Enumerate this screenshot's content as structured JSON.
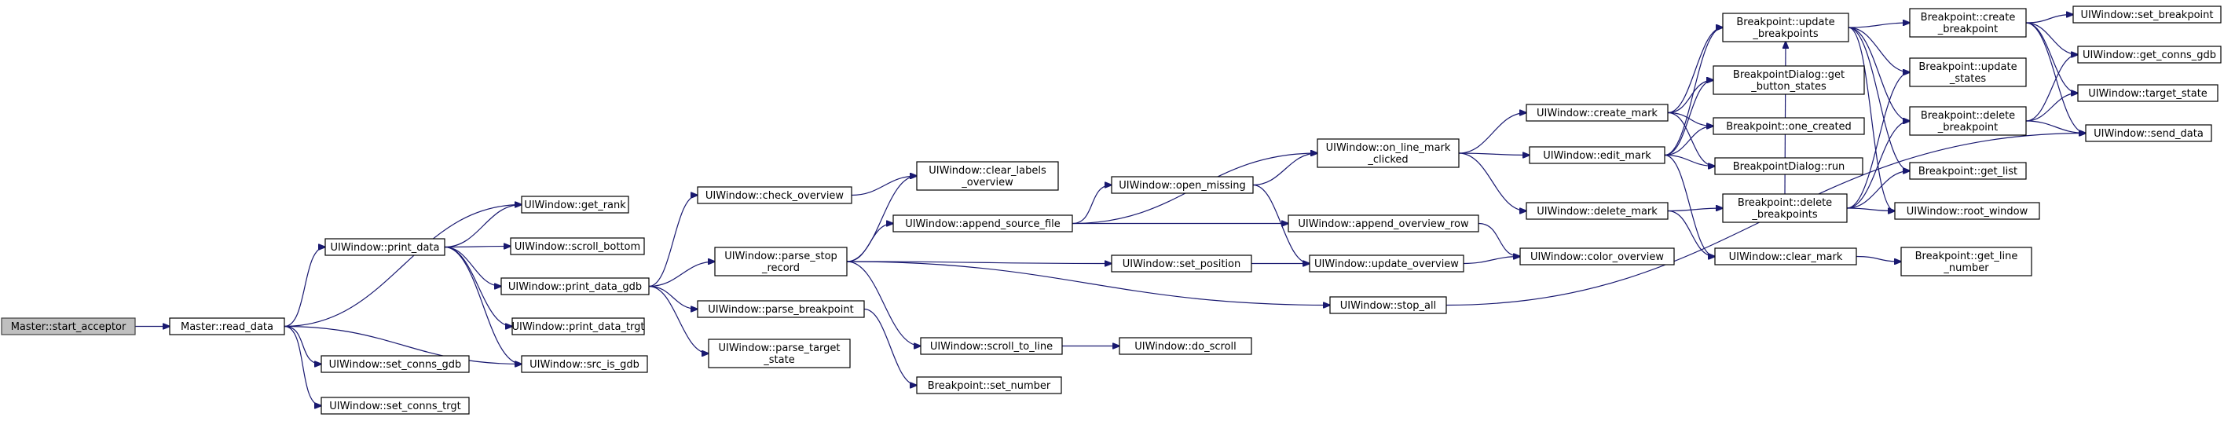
{
  "diagram": {
    "type": "call-graph",
    "colors": {
      "edge": "#191970",
      "root_fill": "#bfbfbf",
      "node_fill": "#ffffff",
      "node_stroke": "#000000"
    },
    "nodes": [
      {
        "id": "start_acceptor",
        "lines": [
          "Master::start_acceptor"
        ],
        "root": true
      },
      {
        "id": "read_data",
        "lines": [
          "Master::read_data"
        ]
      },
      {
        "id": "get_rank",
        "lines": [
          "UIWindow::get_rank"
        ]
      },
      {
        "id": "print_data",
        "lines": [
          "UIWindow::print_data"
        ]
      },
      {
        "id": "set_conns_gdb",
        "lines": [
          "UIWindow::set_conns_gdb"
        ]
      },
      {
        "id": "set_conns_trgt",
        "lines": [
          "UIWindow::set_conns_trgt"
        ]
      },
      {
        "id": "src_is_gdb",
        "lines": [
          "UIWindow::src_is_gdb"
        ]
      },
      {
        "id": "scroll_bottom",
        "lines": [
          "UIWindow::scroll_bottom"
        ]
      },
      {
        "id": "print_data_gdb",
        "lines": [
          "UIWindow::print_data_gdb"
        ]
      },
      {
        "id": "print_data_trgt",
        "lines": [
          "UIWindow::print_data_trgt"
        ]
      },
      {
        "id": "check_overview",
        "lines": [
          "UIWindow::check_overview"
        ]
      },
      {
        "id": "parse_stop_record",
        "lines": [
          "UIWindow::parse_stop",
          "_record"
        ]
      },
      {
        "id": "parse_breakpoint",
        "lines": [
          "UIWindow::parse_breakpoint"
        ]
      },
      {
        "id": "parse_target_state",
        "lines": [
          "UIWindow::parse_target",
          "_state"
        ]
      },
      {
        "id": "clear_labels_overview",
        "lines": [
          "UIWindow::clear_labels",
          "_overview"
        ]
      },
      {
        "id": "append_source_file",
        "lines": [
          "UIWindow::append_source_file"
        ]
      },
      {
        "id": "set_position",
        "lines": [
          "UIWindow::set_position"
        ]
      },
      {
        "id": "scroll_to_line",
        "lines": [
          "UIWindow::scroll_to_line"
        ]
      },
      {
        "id": "set_number",
        "lines": [
          "Breakpoint::set_number"
        ]
      },
      {
        "id": "stop_all",
        "lines": [
          "UIWindow::stop_all"
        ]
      },
      {
        "id": "open_missing",
        "lines": [
          "UIWindow::open_missing"
        ]
      },
      {
        "id": "do_scroll",
        "lines": [
          "UIWindow::do_scroll"
        ]
      },
      {
        "id": "on_line_mark_clicked",
        "lines": [
          "UIWindow::on_line_mark",
          "_clicked"
        ]
      },
      {
        "id": "append_overview_row",
        "lines": [
          "UIWindow::append_overview_row"
        ]
      },
      {
        "id": "update_overview",
        "lines": [
          "UIWindow::update_overview"
        ]
      },
      {
        "id": "create_mark",
        "lines": [
          "UIWindow::create_mark"
        ]
      },
      {
        "id": "edit_mark",
        "lines": [
          "UIWindow::edit_mark"
        ]
      },
      {
        "id": "delete_mark",
        "lines": [
          "UIWindow::delete_mark"
        ]
      },
      {
        "id": "color_overview",
        "lines": [
          "UIWindow::color_overview"
        ]
      },
      {
        "id": "update_breakpoints",
        "lines": [
          "Breakpoint::update",
          "_breakpoints"
        ]
      },
      {
        "id": "get_button_states",
        "lines": [
          "BreakpointDialog::get",
          "_button_states"
        ]
      },
      {
        "id": "one_created",
        "lines": [
          "Breakpoint::one_created"
        ]
      },
      {
        "id": "dialog_run",
        "lines": [
          "BreakpointDialog::run"
        ]
      },
      {
        "id": "delete_breakpoints",
        "lines": [
          "Breakpoint::delete",
          "_breakpoints"
        ]
      },
      {
        "id": "clear_mark",
        "lines": [
          "UIWindow::clear_mark"
        ]
      },
      {
        "id": "create_breakpoint",
        "lines": [
          "Breakpoint::create",
          "_breakpoint"
        ]
      },
      {
        "id": "update_states",
        "lines": [
          "Breakpoint::update",
          "_states"
        ]
      },
      {
        "id": "delete_breakpoint",
        "lines": [
          "Breakpoint::delete",
          "_breakpoint"
        ]
      },
      {
        "id": "get_list",
        "lines": [
          "Breakpoint::get_list"
        ]
      },
      {
        "id": "root_window",
        "lines": [
          "UIWindow::root_window"
        ]
      },
      {
        "id": "get_line_number",
        "lines": [
          "Breakpoint::get_line",
          "_number"
        ]
      },
      {
        "id": "set_breakpoint",
        "lines": [
          "UIWindow::set_breakpoint"
        ]
      },
      {
        "id": "get_conns_gdb",
        "lines": [
          "UIWindow::get_conns_gdb"
        ]
      },
      {
        "id": "target_state",
        "lines": [
          "UIWindow::target_state"
        ]
      },
      {
        "id": "send_data",
        "lines": [
          "UIWindow::send_data"
        ]
      }
    ],
    "edges": [
      [
        "start_acceptor",
        "read_data"
      ],
      [
        "read_data",
        "get_rank"
      ],
      [
        "read_data",
        "print_data"
      ],
      [
        "read_data",
        "set_conns_gdb"
      ],
      [
        "read_data",
        "set_conns_trgt"
      ],
      [
        "read_data",
        "src_is_gdb"
      ],
      [
        "print_data",
        "get_rank"
      ],
      [
        "print_data",
        "scroll_bottom"
      ],
      [
        "print_data",
        "print_data_gdb"
      ],
      [
        "print_data",
        "print_data_trgt"
      ],
      [
        "print_data",
        "src_is_gdb"
      ],
      [
        "print_data_gdb",
        "check_overview"
      ],
      [
        "print_data_gdb",
        "parse_stop_record"
      ],
      [
        "print_data_gdb",
        "parse_breakpoint"
      ],
      [
        "print_data_gdb",
        "parse_target_state"
      ],
      [
        "check_overview",
        "clear_labels_overview"
      ],
      [
        "parse_stop_record",
        "clear_labels_overview"
      ],
      [
        "parse_stop_record",
        "append_source_file"
      ],
      [
        "parse_stop_record",
        "set_position"
      ],
      [
        "parse_stop_record",
        "scroll_to_line"
      ],
      [
        "parse_stop_record",
        "stop_all"
      ],
      [
        "parse_breakpoint",
        "set_number"
      ],
      [
        "append_source_file",
        "on_line_mark_clicked"
      ],
      [
        "append_source_file",
        "open_missing"
      ],
      [
        "append_source_file",
        "append_overview_row"
      ],
      [
        "open_missing",
        "on_line_mark_clicked"
      ],
      [
        "open_missing",
        "update_overview"
      ],
      [
        "set_position",
        "update_overview"
      ],
      [
        "scroll_to_line",
        "do_scroll"
      ],
      [
        "stop_all",
        "send_data"
      ],
      [
        "append_overview_row",
        "color_overview"
      ],
      [
        "update_overview",
        "color_overview"
      ],
      [
        "on_line_mark_clicked",
        "create_mark"
      ],
      [
        "on_line_mark_clicked",
        "edit_mark"
      ],
      [
        "on_line_mark_clicked",
        "delete_mark"
      ],
      [
        "create_mark",
        "update_breakpoints"
      ],
      [
        "create_mark",
        "get_button_states"
      ],
      [
        "create_mark",
        "one_created"
      ],
      [
        "create_mark",
        "dialog_run"
      ],
      [
        "edit_mark",
        "update_breakpoints"
      ],
      [
        "edit_mark",
        "get_button_states"
      ],
      [
        "edit_mark",
        "one_created"
      ],
      [
        "edit_mark",
        "dialog_run"
      ],
      [
        "edit_mark",
        "clear_mark"
      ],
      [
        "delete_mark",
        "delete_breakpoints"
      ],
      [
        "delete_mark",
        "clear_mark"
      ],
      [
        "update_breakpoints",
        "create_breakpoint"
      ],
      [
        "update_breakpoints",
        "update_states"
      ],
      [
        "update_breakpoints",
        "delete_breakpoint"
      ],
      [
        "update_breakpoints",
        "get_list"
      ],
      [
        "update_breakpoints",
        "root_window"
      ],
      [
        "delete_breakpoints",
        "update_states"
      ],
      [
        "delete_breakpoints",
        "delete_breakpoint"
      ],
      [
        "delete_breakpoints",
        "get_list"
      ],
      [
        "delete_breakpoints",
        "root_window"
      ],
      [
        "delete_breakpoints",
        "update_breakpoints"
      ],
      [
        "clear_mark",
        "get_line_number"
      ],
      [
        "create_breakpoint",
        "set_breakpoint"
      ],
      [
        "create_breakpoint",
        "get_conns_gdb"
      ],
      [
        "create_breakpoint",
        "target_state"
      ],
      [
        "create_breakpoint",
        "send_data"
      ],
      [
        "delete_breakpoint",
        "get_conns_gdb"
      ],
      [
        "delete_breakpoint",
        "target_state"
      ],
      [
        "delete_breakpoint",
        "send_data"
      ]
    ]
  }
}
